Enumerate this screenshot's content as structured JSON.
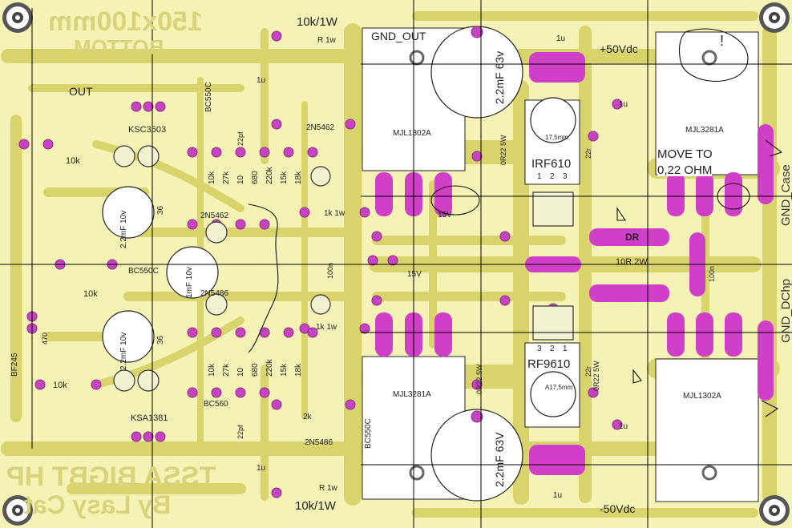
{
  "board": {
    "size_label": "150x100mm",
    "side_label": "BOTTOM",
    "title_line1": "TSSA BIGBT HP",
    "title_line2": "By Lasy Cat"
  },
  "annotations": {
    "resistor_top": "10k/1W",
    "resistor_bottom": "10k/1W",
    "move_line1": "MOVE TO",
    "move_line2": "0,22 OHM",
    "exclamation": "!"
  },
  "connectors": {
    "out": "OUT",
    "gnd_out": "GND_OUT",
    "gnd_case": "GND_Case",
    "gnd_dchp": "GND_DChp",
    "vpos": "+50Vdc",
    "vneg": "-50Vdc"
  },
  "transistors": {
    "ksc": "KSC3503",
    "ksa": "KSA1381",
    "mjl1302_top": "MJL1302A",
    "mjl3281_top": "MJL3281A",
    "mjl3281_bottom": "MJL3281A",
    "mjl1302_bottom": "MJL1302A",
    "irf610": "IRF610",
    "irf9610": "RF9610",
    "n2_5462_a": "2N5462",
    "n2_5462_b": "2N5462",
    "n2_5486_a": "2N5486",
    "n2_5486_b": "2N5486",
    "bc550_a": "BC550C",
    "bc550_b": "BC550C",
    "bc550_c": "BC550C",
    "bc560": "BC560",
    "bf245": "BF245"
  },
  "capacitors": {
    "c_top": "2.2mF 63v",
    "c_bottom": "2.2mF 63V",
    "c_left_top": "2.2mF 10v",
    "c_left_bottom": "2.2mF 10v",
    "c_1mf": "1mF 10v",
    "u1": "1u",
    "u2": "1u",
    "u3": "1u",
    "u4": "1u",
    "u5": "1u",
    "u6": "1u",
    "p22a": "22pf",
    "p22b": "22pf",
    "n100": "100n",
    "n100b": "100n"
  },
  "resistors": {
    "r10k_a": "10k",
    "r10k_b": "10k",
    "r10k_c": "10k",
    "r36_a": "36",
    "r36_b": "36",
    "r1k_a": "1k 1w",
    "r1k_b": "1k 1w",
    "r10r": "10R 2W",
    "r022_a": "0R22 5W",
    "r022_b": "0R22 5W",
    "r022_c": "0R22 5W",
    "r22_a": "22r",
    "r22_b": "22r",
    "r1w_top": "R 1w",
    "r1w_bottom": "R 1w",
    "bank_top": [
      "10k",
      "27k",
      "10",
      "680",
      "220k",
      "15k",
      "18k"
    ],
    "bank_bottom": [
      "10k",
      "27k",
      "10",
      "680",
      "220k",
      "15k",
      "18k"
    ],
    "r470": "470",
    "r2k": "2k",
    "r15v_a": "15V",
    "r15v_b": "15V"
  },
  "misc": {
    "r17mm_a": "17,5mm",
    "r17mm_b": "A17,5mm",
    "pins_top": [
      "1",
      "2",
      "3"
    ],
    "pins_bottom": [
      "3",
      "2",
      "1"
    ],
    "dr_label": "DR"
  }
}
